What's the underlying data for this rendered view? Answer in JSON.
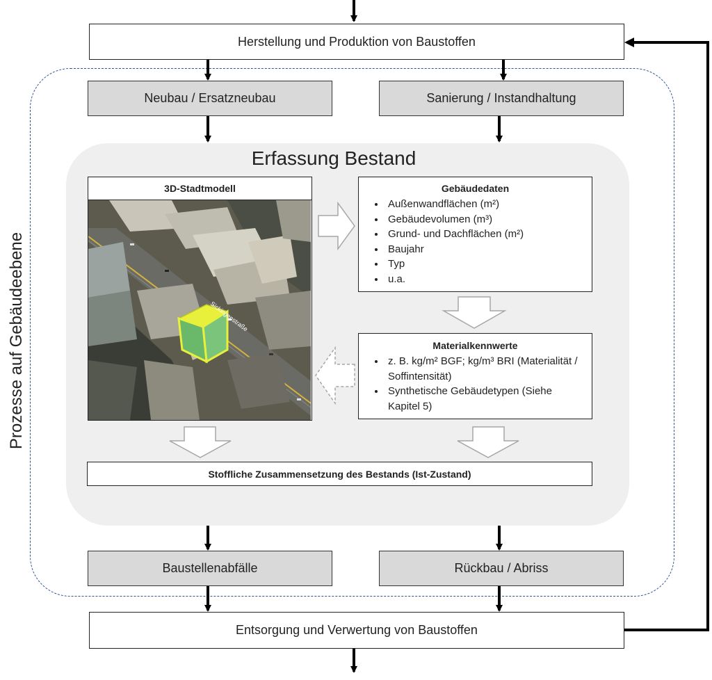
{
  "diagram": {
    "top_box": "Herstellung und Produktion von Baustoffen",
    "bottom_box": "Entsorgung und Verwertung von Baustoffen",
    "side_label": "Prozesse auf Gebäudeebene",
    "left_top": "Neubau / Ersatzneubau",
    "right_top": "Sanierung / Instandhaltung",
    "left_bottom": "Baustellenabfälle",
    "right_bottom": "Rückbau / Abriss",
    "panel_title": "Erfassung Bestand",
    "city_model": {
      "title": "3D-Stadtmodell",
      "street_label": "Sickingenstraße"
    },
    "building_data": {
      "title": "Gebäudedaten",
      "items": [
        "Außenwandflächen (m²)",
        "Gebäudevolumen (m³)",
        "Grund- und Dachflächen (m²)",
        "Baujahr",
        "Typ",
        "u.a."
      ]
    },
    "material_values": {
      "title": "Materialkennwerte",
      "items": [
        "z. B. kg/m² BGF; kg/m³ BRI (Materialität / Soffintensität)",
        "Synthetische Gebäudetypen  (Siehe Kapitel 5)"
      ]
    },
    "composition": "Stoffliche Zusammensetzung des Bestands (Ist-Zustand)"
  },
  "colors": {
    "gray_box": "#d9d9d9",
    "panel": "#efefef",
    "dashed_border": "#2f5597",
    "highlight": "#e8f03c"
  }
}
